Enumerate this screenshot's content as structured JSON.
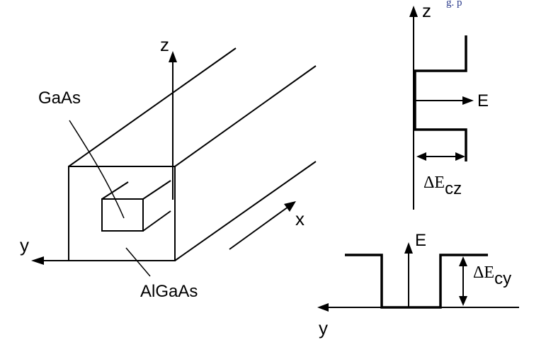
{
  "figure": {
    "top_right_fragment": "g. p",
    "wire_diagram": {
      "axis_z": "z",
      "axis_x": "x",
      "axis_y": "y",
      "core_label": "GaAs",
      "barrier_label": "AlGaAs"
    },
    "profile_z": {
      "axis_label": "z",
      "energy_label": "E",
      "offset_symbol": "ΔE",
      "offset_subscript": "cz"
    },
    "profile_y": {
      "axis_label": "y",
      "energy_label": "E",
      "offset_symbol": "ΔE",
      "offset_subscript": "cy"
    }
  }
}
